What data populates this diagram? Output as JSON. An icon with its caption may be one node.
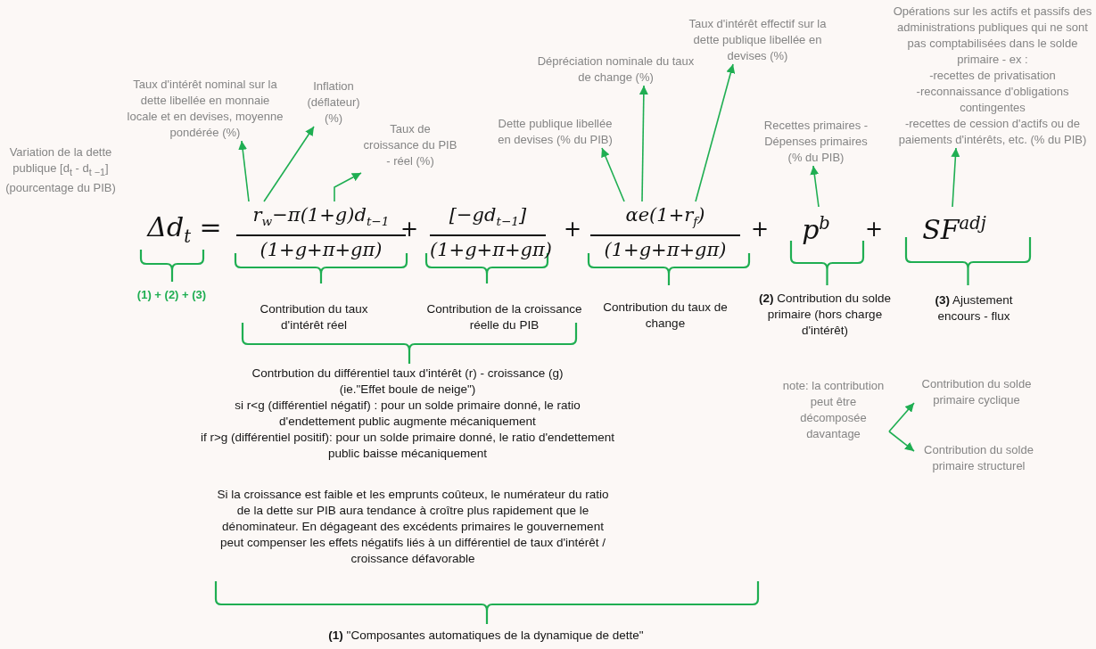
{
  "diagram": {
    "nodes": [
      {
        "text": [
          "Taux d'intérêt nominal sur la dette libellée en monnaie locale et en devises, moyenne pondérée (%)"
        ]
      },
      {
        "text": [
          "Inflation (déflateur) (%)"
        ]
      },
      {
        "text": [
          "Taux de croissance du PIB - réel (%)"
        ]
      },
      {
        "text": [
          "Dette publique libellée en devises (% du PIB)"
        ]
      },
      {
        "text": [
          "Dépréciation nominale du taux de change (%)"
        ]
      },
      {
        "text": [
          "Taux d'intérêt effectif sur la dette publique libellée en devises (%)"
        ]
      },
      {
        "text": [
          "Recettes primaires - Dépenses primaires (% du PIB)"
        ]
      },
      {
        "text": [
          "Opérations sur les actifs et passifs des administrations publiques qui ne sont pas comptabilisées dans le solde primaire - ex :",
          "-recettes de privatisation",
          "-reconnaissance d'obligations contingentes",
          "-recettes de cession d'actifs ou de paiements d'intérêts, etc. (% du PIB)"
        ]
      },
      {
        "text": [
          "r$_{w}$−π(1+g)d$_{t−1}$",
          "(1+g+π+gπ)"
        ]
      },
      {
        "text": [
          "[−gd$_{t−1}$]",
          "(1+g+π+gπ)"
        ]
      },
      {
        "text": [
          "αe(1+r$_{f}$)",
          "(1+g+π+gπ)"
        ]
      },
      {
        "text": [
          "p$^{b}$"
        ]
      },
      {
        "text": [
          "SF$^{adj}$"
        ]
      },
      {
        "text": [
          "note: la contribution peut être décomposée davantage"
        ]
      },
      {
        "text": [
          "Contribution du solde primaire cyclique"
        ]
      },
      {
        "text": [
          "Contribution du solde primaire structurel"
        ]
      }
    ],
    "edges": [
      {
        "from": 8,
        "to": 0,
        "arrow": "to"
      },
      {
        "from": 8,
        "to": 1,
        "arrow": "to"
      },
      {
        "from": 8,
        "to": 2,
        "arrow": "to"
      },
      {
        "from": 10,
        "to": 3,
        "arrow": "to"
      },
      {
        "from": 10,
        "to": 4,
        "arrow": "to"
      },
      {
        "from": 10,
        "to": 5,
        "arrow": "to"
      },
      {
        "from": 11,
        "to": 6,
        "arrow": "to"
      },
      {
        "from": 12,
        "to": 7,
        "arrow": "to"
      },
      {
        "from": 13,
        "to": 14,
        "arrow": "to"
      },
      {
        "from": 13,
        "to": 15,
        "arrow": "to"
      }
    ],
    "labels": [
      "Variation de la dette publique [d$_{t}$ - d$_{t −1}$] (pourcentage du PIB)",
      "Δd$_{t}$ =",
      "+",
      "+",
      "+",
      "+",
      "(1) + (2) + (3)",
      "Contribution du taux d'intérêt réel",
      "Contribution de la croissance réelle du PIB",
      "Contribution du taux de change",
      "**(2)** Contribution du solde primaire (hors charge d'intérêt)",
      "**(3)** Ajustement encours - flux",
      "Contrbution du différentiel taux d'intérêt (r) - croissance (g)",
      "(ie.\"Effet boule de neige\")",
      "si r<g (différentiel négatif) : pour un solde primaire donné, le ratio d'endettement public augmente mécaniquement",
      "if r>g (différentiel positif): pour un solde primaire donné, le ratio d'endettement public baisse mécaniquement",
      "Si la croissance est faible et les emprunts coûteux, le numérateur du ratio de la dette sur PIB aura tendance à croître plus rapidement que le dénominateur. En dégageant des excédents primaires le gouvernement peut compenser les effets négatifs liés à un différentiel de taux d'intérêt / croissance défavorable",
      "**(1)** \"Composantes automatiques de la dynamique de dette\""
    ]
  }
}
